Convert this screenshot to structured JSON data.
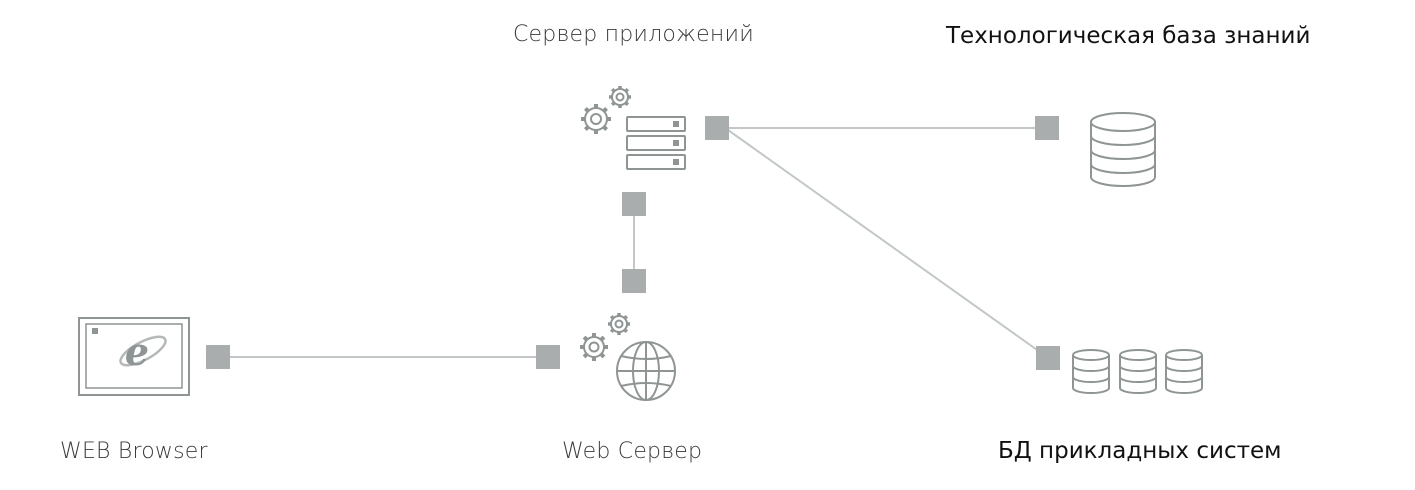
{
  "diagram": {
    "labels": {
      "app_server": "Сервер приложений",
      "tech_knowledge_base": "Технологическая база знаний",
      "web_browser": "WEB Browser",
      "web_server": "Web Сервер",
      "app_systems_db": "БД прикладных систем"
    },
    "browser_glyph": "e"
  },
  "colors": {
    "line": "#c2c7c7",
    "connector": "#a9adad",
    "icon_stroke": "#8f9494",
    "label_light": "#3a3a3a",
    "label_dark": "#111111"
  }
}
